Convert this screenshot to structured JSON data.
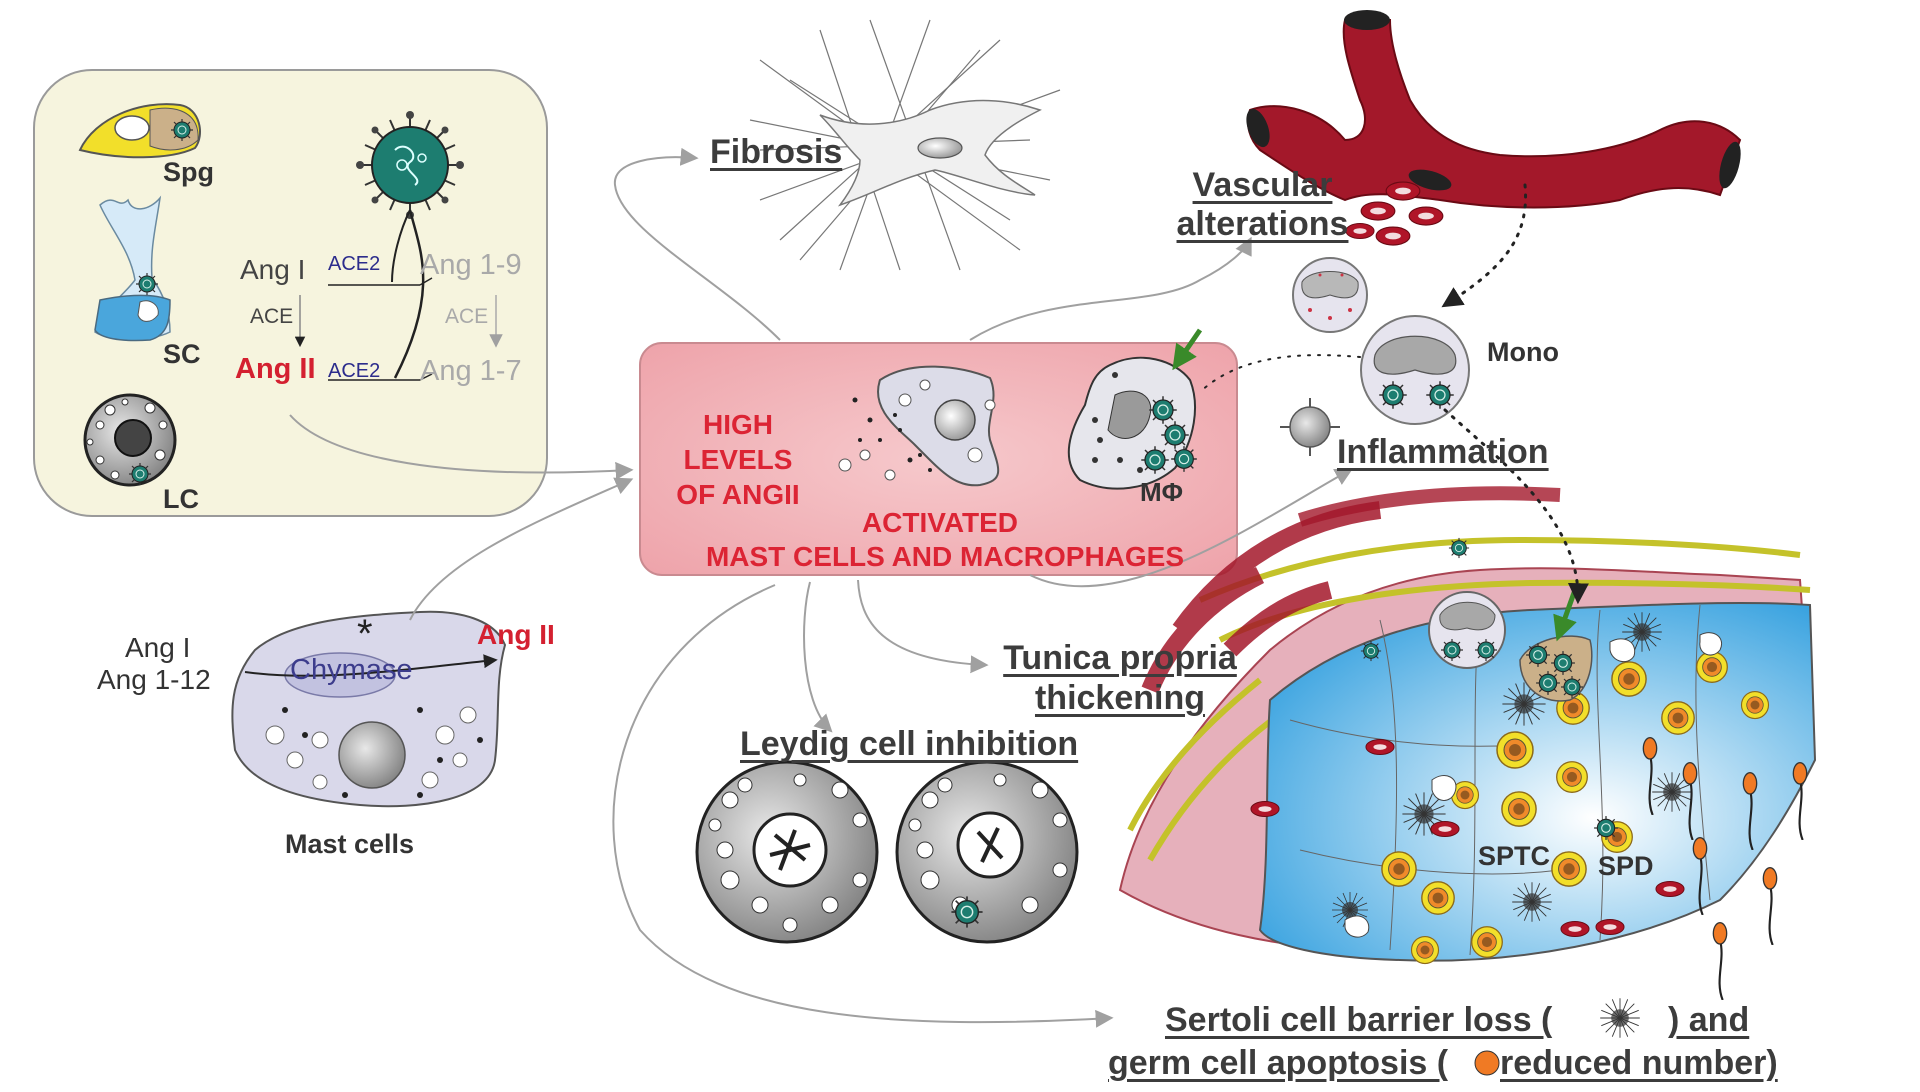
{
  "cells": {
    "spg": "Spg",
    "sc": "SC",
    "lc": "LC",
    "mono": "Mono",
    "mphi": "MΦ",
    "sptc": "SPTC",
    "spd": "SPD",
    "mast_cells": "Mast cells"
  },
  "ras_pathway": {
    "ang1": "Ang I",
    "ace2_top": "ACE2",
    "ang19": "Ang 1-9",
    "ace_left": "ACE",
    "ace_right": "ACE",
    "ang2": "Ang II",
    "ace2_bottom": "ACE2",
    "ang17": "Ang 1-7"
  },
  "mast_pathway": {
    "ang1": "Ang I",
    "ang112": "Ang 1-12",
    "chymase": "Chymase",
    "ang2": "Ang II",
    "asterisk": "*"
  },
  "center_box": {
    "high_levels": "HIGH",
    "levels": "LEVELS",
    "of_angii": "OF ANGII",
    "activated": "ACTIVATED",
    "mast_macro": "MAST CELLS AND MACROPHAGES"
  },
  "effects": {
    "fibrosis": "Fibrosis",
    "vascular_1": "Vascular",
    "vascular_2": "alterations",
    "inflammation": "Inflammation",
    "tunica_1": "Tunica propria",
    "tunica_2": "thickening",
    "leydig": "Leydig cell inhibition",
    "sertoli_a": "Sertoli cell barrier loss (",
    "sertoli_b": ") and",
    "germ_a": "germ cell apoptosis (",
    "germ_b": " reduced number)"
  },
  "colors": {
    "panel_bg": "#f6f4de",
    "center_box_bg": "#f0b1b6",
    "center_text": "#dc2434",
    "vessel": "#a3182a",
    "virus": "#1d7d70",
    "arrow": "#a0a0a0",
    "green_arrow": "#3a8a2a"
  }
}
